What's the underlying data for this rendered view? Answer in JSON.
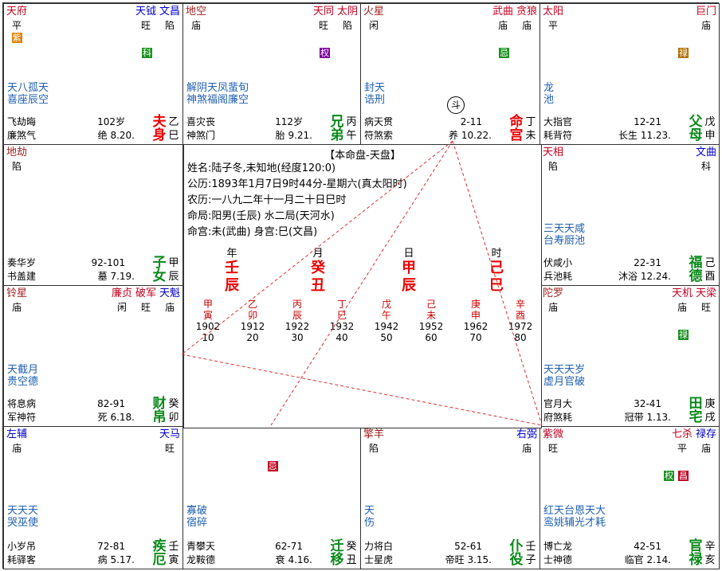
{
  "palaces": [
    {
      "id": "si",
      "stars": [
        {
          "name": "天府",
          "color": "#c00020",
          "bright": "平",
          "tag": "紫",
          "tagColor": "#e08000"
        },
        {
          "name": "天钺",
          "color": "#0000cc",
          "bright": "旺"
        },
        {
          "name": "文昌",
          "color": "#0000cc",
          "bright": "陷"
        }
      ],
      "extraTags": [
        {
          "text": "科",
          "color": "#1a9020"
        }
      ],
      "minor": [
        "天八孤天",
        "喜座辰空"
      ],
      "gods": [
        "飞劫晦",
        "廉煞气"
      ],
      "age": "102岁",
      "phase": "绝 8.20.",
      "palace": [
        "夫",
        "身"
      ],
      "palaceRed": true,
      "stem": [
        "乙",
        "巳"
      ]
    },
    {
      "id": "wu",
      "stars": [
        {
          "name": "地空",
          "color": "#a02020",
          "bright": "庙"
        },
        {
          "name": "天同",
          "color": "#c00020",
          "bright": "旺"
        },
        {
          "name": "太阴",
          "color": "#c00020",
          "bright": "陷"
        }
      ],
      "extraTags": [
        {
          "text": "权",
          "color": "#8000a0"
        }
      ],
      "minor": [
        "解阴天凤蜚旬",
        "神煞福阁廉空"
      ],
      "gods": [
        "喜灾丧",
        "神煞门"
      ],
      "age": "112岁",
      "phase": "胎 9.21.",
      "palace": [
        "兄",
        "弟"
      ],
      "palaceRed": false,
      "stem": [
        "丙",
        "午"
      ]
    },
    {
      "id": "wei",
      "stars": [
        {
          "name": "火星",
          "color": "#a02020",
          "bright": "闲"
        },
        {
          "name": "武曲",
          "color": "#c00020",
          "bright": "庙"
        },
        {
          "name": "贪狼",
          "color": "#c00020",
          "bright": "庙"
        }
      ],
      "extraTags": [
        {
          "text": "忌",
          "color": "#1a9020"
        }
      ],
      "minor": [
        "封天",
        "诰刑"
      ],
      "gods": [
        "病天贯",
        "符煞索"
      ],
      "age": "2-11",
      "phase": "养 10.22.",
      "palace": [
        "命",
        "宫"
      ],
      "palaceRed": true,
      "stem": [
        "丁",
        "未"
      ]
    },
    {
      "id": "shen",
      "stars": [
        {
          "name": "太阳",
          "color": "#c00020",
          "bright": "平"
        },
        {
          "name": "巨门",
          "color": "#c00020",
          "bright": "庙"
        }
      ],
      "extraTags": [
        {
          "text": "禄",
          "color": "#b07000"
        }
      ],
      "minor": [
        "龙",
        "池"
      ],
      "gods": [
        "大指官",
        "耗背符"
      ],
      "age": "12-21",
      "phase": "长生 11.23.",
      "palace": [
        "父",
        "母"
      ],
      "palaceRed": false,
      "stem": [
        "戊",
        "申"
      ]
    },
    {
      "id": "chen",
      "stars": [
        {
          "name": "地劫",
          "color": "#a02020",
          "bright": "陷"
        }
      ],
      "minor": [],
      "gods": [
        "奏华岁",
        "书盖建"
      ],
      "age": "92-101",
      "phase": "墓 7.19.",
      "palace": [
        "子",
        "女"
      ],
      "palaceRed": false,
      "stem": [
        "甲",
        "辰"
      ]
    },
    {
      "id": "you",
      "stars": [
        {
          "name": "天相",
          "color": "#c00020",
          "bright": "陷"
        },
        {
          "name": "文曲",
          "color": "#0000cc",
          "bright": "科"
        }
      ],
      "minor": [
        "三天天咸",
        "台寿厨池"
      ],
      "gods": [
        "伏咸小",
        "兵池耗"
      ],
      "age": "22-31",
      "phase": "沐浴 12.24.",
      "palace": [
        "福",
        "德"
      ],
      "palaceRed": false,
      "stem": [
        "己",
        "酉"
      ]
    },
    {
      "id": "mao",
      "stars": [
        {
          "name": "铃星",
          "color": "#a02020",
          "bright": "庙"
        },
        {
          "name": "廉贞",
          "color": "#c00020",
          "bright": "闲"
        },
        {
          "name": "破军",
          "color": "#c00020",
          "bright": "旺"
        },
        {
          "name": "天魁",
          "color": "#0000cc",
          "bright": "庙"
        }
      ],
      "minor": [
        "天截月",
        "贵空德"
      ],
      "gods": [
        "将息病",
        "军神符"
      ],
      "age": "82-91",
      "phase": "死 6.18.",
      "palace": [
        "财",
        "帛"
      ],
      "palaceRed": false,
      "stem": [
        "癸",
        "卯"
      ]
    },
    {
      "id": "xu",
      "stars": [
        {
          "name": "陀罗",
          "color": "#a02020",
          "bright": "庙"
        },
        {
          "name": "天机",
          "color": "#c00020",
          "bright": "庙"
        },
        {
          "name": "天梁",
          "color": "#c00020",
          "bright": "旺"
        }
      ],
      "extraTags": [
        {
          "text": "禄",
          "color": "#1a9020"
        }
      ],
      "minor": [
        "天天天岁",
        "虚月官破"
      ],
      "gods": [
        "官月大",
        "府煞耗"
      ],
      "age": "32-41",
      "phase": "冠带 1.13.",
      "palace": [
        "田",
        "宅"
      ],
      "palaceRed": false,
      "stem": [
        "庚",
        "戌"
      ]
    },
    {
      "id": "yin",
      "stars": [
        {
          "name": "左辅",
          "color": "#0000cc",
          "bright": "庙"
        },
        {
          "name": "天马",
          "color": "#0000cc",
          "bright": "旺"
        }
      ],
      "minor": [
        "天天天",
        "哭巫使"
      ],
      "gods": [
        "小岁吊",
        "耗驿客"
      ],
      "age": "72-81",
      "phase": "病 5.17.",
      "palace": [
        "疾",
        "厄"
      ],
      "palaceRed": false,
      "stem": [
        "壬",
        "寅"
      ]
    },
    {
      "id": "chou",
      "stars": [],
      "extraTags": [
        {
          "text": "忌",
          "color": "#c00020"
        }
      ],
      "minor": [
        "寡破",
        "宿碎"
      ],
      "gods": [
        "青攀天",
        "龙鞍德"
      ],
      "age": "62-71",
      "phase": "衰 4.16.",
      "palace": [
        "迁",
        "移"
      ],
      "palaceRed": false,
      "stem": [
        "癸",
        "丑"
      ]
    },
    {
      "id": "zi",
      "stars": [
        {
          "name": "擎羊",
          "color": "#a02020",
          "bright": "陷"
        },
        {
          "name": "右弼",
          "color": "#0000cc",
          "bright": "庙"
        }
      ],
      "minor": [
        "天",
        "伤"
      ],
      "gods": [
        "力将白",
        "士星虎"
      ],
      "age": "52-61",
      "phase": "帝旺 3.15.",
      "palace": [
        "仆",
        "役"
      ],
      "palaceRed": false,
      "stem": [
        "壬",
        "子"
      ]
    },
    {
      "id": "hai",
      "stars": [
        {
          "name": "紫微",
          "color": "#c00020",
          "bright": "旺"
        },
        {
          "name": "七杀",
          "color": "#c00020",
          "bright": "平"
        },
        {
          "name": "禄存",
          "color": "#0000cc",
          "bright": "庙"
        }
      ],
      "extraTags": [
        {
          "text": "昌",
          "color": "#c00020"
        },
        {
          "text": "权",
          "color": "#1a9020"
        }
      ],
      "minor": [
        "红天台恩天大",
        "鸾姚辅光才耗"
      ],
      "gods": [
        "博亡龙",
        "士神德"
      ],
      "age": "42-51",
      "phase": "临官 2.14.",
      "palace": [
        "官",
        "禄"
      ],
      "palaceRed": false,
      "stem": [
        "辛",
        "亥"
      ]
    }
  ],
  "center": {
    "title": "【本命盘-天盘】",
    "lines": [
      "姓名:陆子冬,未知地(经度120:0)",
      "公历:1893年1月7日9时44分-星期六(真太阳时)",
      "农历:一八九二年十一月二十日巳时",
      "命局:阳男(壬辰)    水二局(天河水)",
      "命宫:未(武曲)       身宫:巳(文昌)"
    ],
    "pillars": [
      {
        "label": "年",
        "gz": [
          "壬",
          "辰"
        ]
      },
      {
        "label": "月",
        "gz": [
          "癸",
          "丑"
        ]
      },
      {
        "label": "日",
        "gz": [
          "甲",
          "辰"
        ]
      },
      {
        "label": "时",
        "gz": [
          "己",
          "巳"
        ]
      }
    ],
    "dayun": [
      {
        "gz": [
          "甲",
          "寅"
        ],
        "year": "1902",
        "age": "10"
      },
      {
        "gz": [
          "乙",
          "卯"
        ],
        "year": "1912",
        "age": "20"
      },
      {
        "gz": [
          "丙",
          "辰"
        ],
        "year": "1922",
        "age": "30"
      },
      {
        "gz": [
          "丁",
          "巳"
        ],
        "year": "1932",
        "age": "40"
      },
      {
        "gz": [
          "戊",
          "午"
        ],
        "year": "1942",
        "age": "50"
      },
      {
        "gz": [
          "己",
          "未"
        ],
        "year": "1952",
        "age": "60"
      },
      {
        "gz": [
          "庚",
          "申"
        ],
        "year": "1962",
        "age": "70"
      },
      {
        "gz": [
          "辛",
          "酉"
        ],
        "year": "1972",
        "age": "80"
      }
    ]
  },
  "marker": "斗"
}
